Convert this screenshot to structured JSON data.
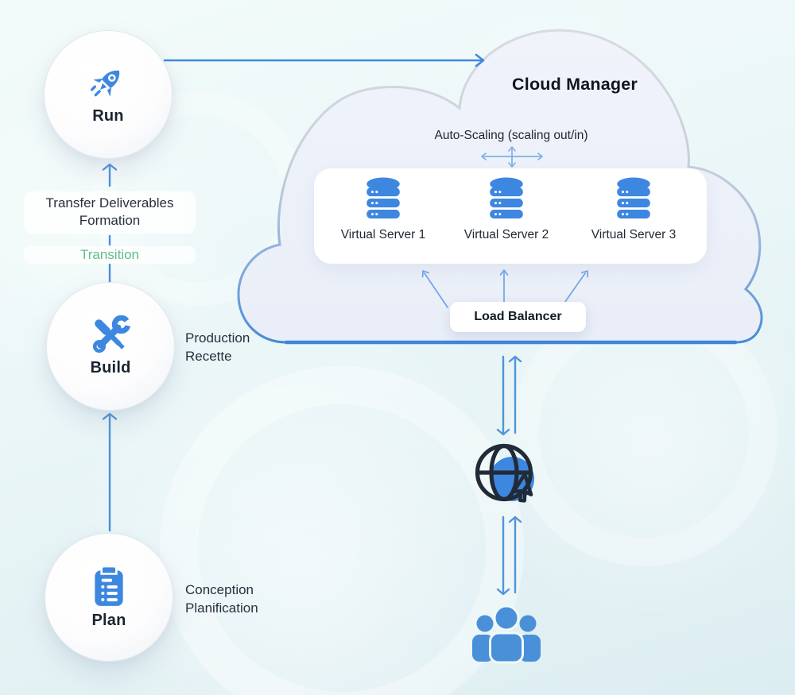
{
  "colors": {
    "accent_blue": "#3E87E0",
    "arrow_blue": "#4A90D9",
    "light_arrow_blue": "#7FB0E8",
    "transition_green": "#5FBD8D",
    "dark_navy": "#212B38",
    "cloud_fill": "#EDF1F9",
    "cloud_border_top": "#D7DAE0",
    "cloud_border_bottom": "#4489D8",
    "text_dark": "#1B2330"
  },
  "lifecycle": {
    "run": {
      "label": "Run",
      "icon": "rocket-icon"
    },
    "build": {
      "label": "Build",
      "icon": "tools-icon"
    },
    "plan": {
      "label": "Plan",
      "icon": "clipboard-icon"
    },
    "transfer_note": {
      "line1": "Transfer Deliverables",
      "line2": "Formation"
    },
    "transition_label": "Transition",
    "build_note": {
      "line1": "Production",
      "line2": "Recette"
    },
    "plan_note": {
      "line1": "Conception",
      "line2": "Planification"
    }
  },
  "cloud": {
    "title": "Cloud Manager",
    "auto_scaling_label": "Auto-Scaling (scaling out/in)",
    "servers": [
      {
        "label": "Virtual Server 1",
        "icon": "database-icon"
      },
      {
        "label": "Virtual Server 2",
        "icon": "database-icon"
      },
      {
        "label": "Virtual Server 3",
        "icon": "database-icon"
      }
    ],
    "load_balancer_label": "Load Balancer"
  },
  "network": {
    "internet_icon": "globe-cursor-icon",
    "users_icon": "users-icon"
  }
}
